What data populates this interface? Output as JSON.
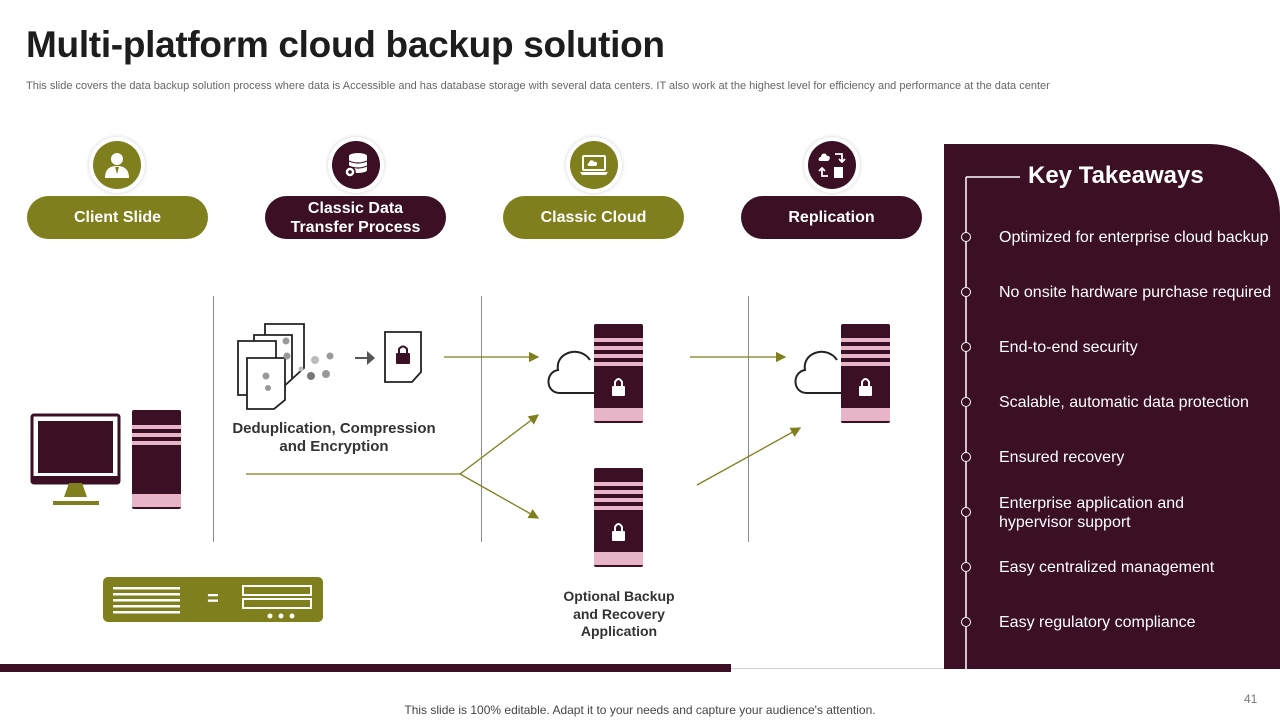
{
  "title": "Multi-platform cloud backup solution",
  "subtitle": "This slide covers the data backup solution process where data is Accessible and has database storage with several data centers. IT also  work at the highest level for efficiency and performance at the data center",
  "stages": [
    {
      "label": "Client Slide",
      "icon": "user-icon"
    },
    {
      "label_line1": "Classic Data",
      "label_line2": "Transfer Process",
      "icon": "database-gear-icon"
    },
    {
      "label": "Classic Cloud",
      "icon": "laptop-cloud-icon"
    },
    {
      "label": "Replication",
      "icon": "cloud-transfer-icon"
    }
  ],
  "captions": {
    "dedup_line1": "Deduplication, Compression",
    "dedup_line2": "and Encryption",
    "optional_line1": "Optional Backup",
    "optional_line2": "and Recovery",
    "optional_line3": "Application"
  },
  "equals_sign": "=",
  "key_takeaways": {
    "title": "Key Takeaways",
    "items": [
      "Optimized for enterprise cloud backup",
      "No onsite hardware purchase required",
      "End-to-end security",
      "Scalable, automatic data protection",
      "Ensured recovery",
      "Enterprise application and hypervisor support",
      "Easy centralized management",
      "Easy regulatory compliance"
    ]
  },
  "footer": "This slide is 100% editable. Adapt it to your needs and capture your audience's attention.",
  "page_number": "41",
  "colors": {
    "olive": "#7f7f1e",
    "maroon": "#3b0f24",
    "pink": "#e8b4c8"
  }
}
